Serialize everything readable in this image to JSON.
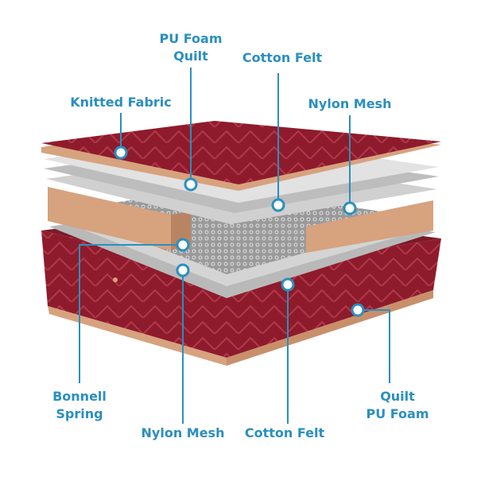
{
  "labels": {
    "pu_foam_quilt_top": [
      "PU Foam",
      "Quilt"
    ],
    "cotton_felt_top": "Cotton Felt",
    "knitted_fabric": "Knitted Fabric",
    "nylon_mesh_top": "Nylon Mesh",
    "bonnell_spring": [
      "Bonnell",
      "Spring"
    ],
    "nylon_mesh_bottom": "Nylon Mesh",
    "cotton_felt_bottom": "Cotton Felt",
    "quilt_pu_foam_bottom": [
      "Quilt",
      "PU Foam"
    ]
  },
  "colors": {
    "accent": "#2a8fc0",
    "fabric": "#8e1b2b",
    "foam": "#d7a27e",
    "felt": "#c9c9c9"
  }
}
